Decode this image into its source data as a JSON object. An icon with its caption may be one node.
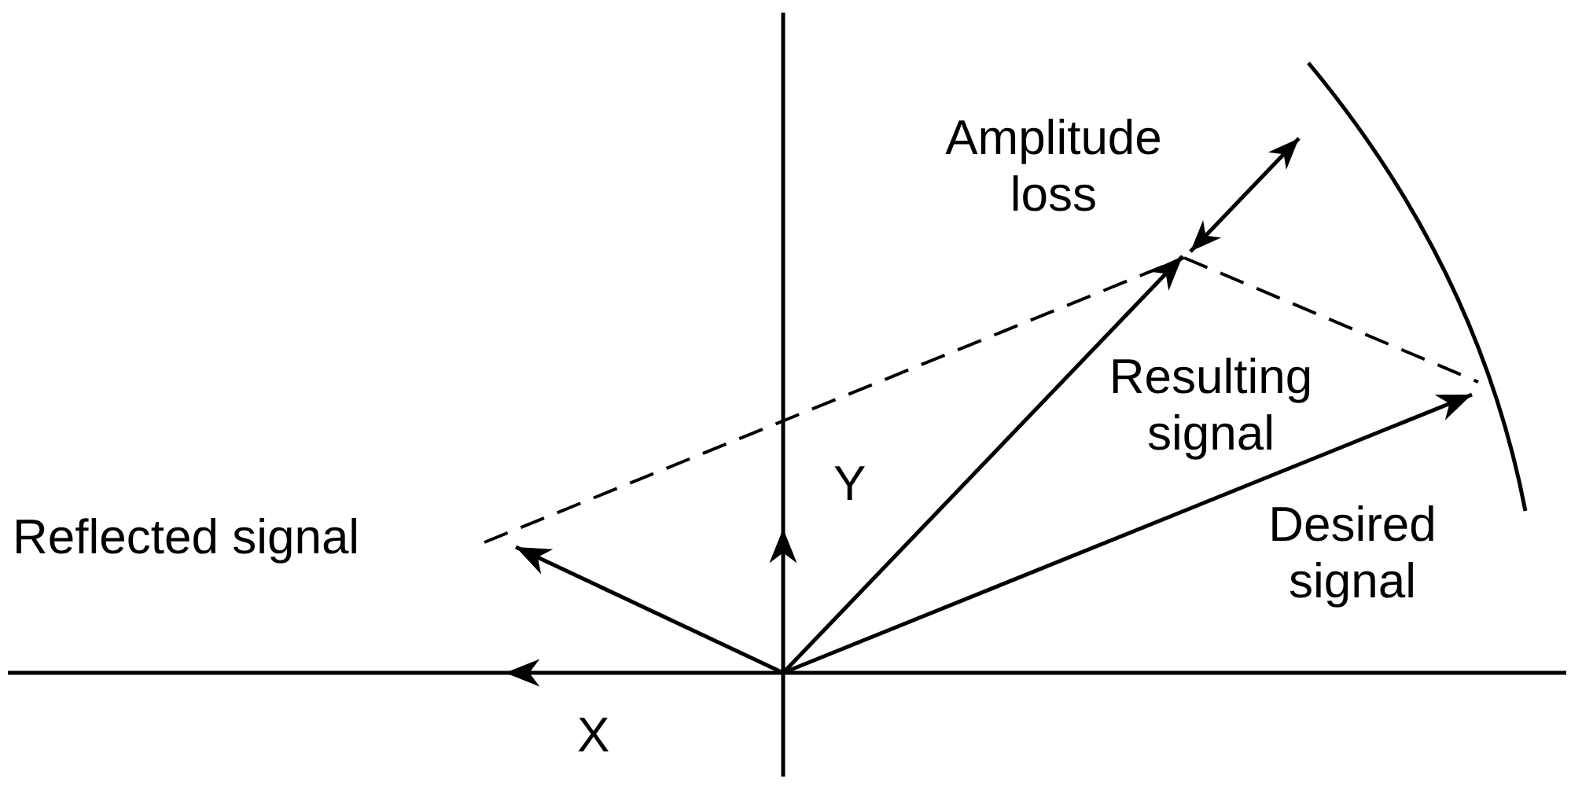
{
  "diagram": {
    "labels": [
      "Amplitude loss",
      "Resulting signal",
      "Y",
      "Reflected signal",
      "Desired signal",
      "X"
    ]
  }
}
